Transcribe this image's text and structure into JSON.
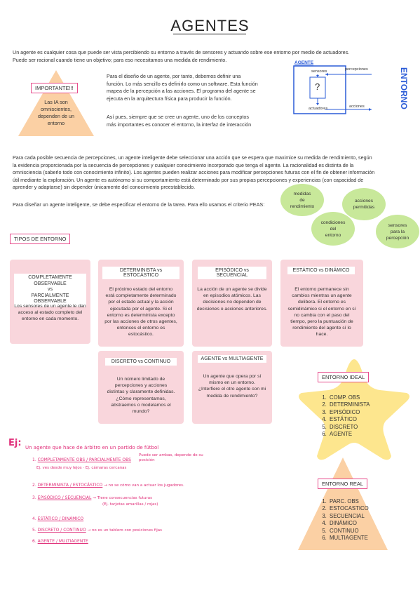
{
  "title": "AGENTES",
  "intro": [
    "Un agente es cualquier cosa que puede ser vista percibiendo su entorno a través de sensores y actuando sobre ese entorno por medio de actuadores.",
    "Puede ser racional cuando tiene un objetivo; para eso necesitamos una medida de rendimiento."
  ],
  "important": {
    "label": "IMPORTANTE!!!",
    "text": [
      "Las IA son",
      "omniscientes,",
      "dependen de un",
      "entorno"
    ]
  },
  "design_text": [
    "Para el diseño de un agente, por tanto, debemos definir una",
    "función. Lo más sencillo es definirlo como un software. Esta función",
    "mapea de la percepción a las acciones. El programa del agente se",
    "ejecuta en la arquitectura física para producir la función."
  ],
  "design_text2": [
    "Así pues, siempre que se cree un agente, uno de los conceptos",
    "más importantes es conocer el entorno, la interfaz de interacción"
  ],
  "diagram": {
    "agent_label": "AGENTE",
    "sensores": "sensores",
    "actuadores": "actuadores",
    "percepciones": "percepciones",
    "acciones": "acciones",
    "unknown": "?",
    "entorno": "ENTORNO"
  },
  "para2": [
    "Para cada posible secuencia de percepciones, un agente inteligente debe seleccionar una acción que se espera que maximice su medida de rendimiento, según",
    "la evidencia proporcionada por la secuencia de percepciones y cualquier conocimiento incorporado que tenga el agente. La racionalidad es distinta de la",
    "omnisciencia (saberlo todo con conocimiento infinito). Los agentes pueden realizar acciones para modificar percepciones futuras con el fin de obtener información",
    "útil mediante la exploración. Un agente es autónomo si su comportamiento está determinado por sus propias percepciones y experiencias (con capacidad de",
    "aprender y adaptarse) sin depender únicamente del conocimiento preestablecido."
  ],
  "peas_text": "Para diseñar un agente inteligente, se debe especificar el entorno de la tarea. Para ello usamos el criterio PEAS:",
  "peas": [
    {
      "lines": [
        "medidas",
        "de",
        "rendimiento"
      ]
    },
    {
      "lines": [
        "acciones",
        "permitidas"
      ]
    },
    {
      "lines": [
        "condiciones",
        "del",
        "entorno"
      ]
    },
    {
      "lines": [
        "sensores",
        "para la",
        "percepción"
      ]
    }
  ],
  "tipos_label": "TIPOS DE ENTORNO",
  "cards": [
    {
      "title": [
        "COMPLETAMENTE OBSERVABLE",
        "vs",
        "PARCIALMENTE OBSERVABLE"
      ],
      "text": [
        "Los sensores de un agente le dan",
        "acceso al estado completo del",
        "entorno en cada momento."
      ]
    },
    {
      "title": [
        "DETERMINISTA vs ESTOCÁSTICO"
      ],
      "text": [
        "El próximo estado del entorno",
        "está completamente determinado",
        "por el estado actual y la acción",
        "ejecutada por el agente. Si el",
        "entorno es determinista excepto",
        "por las acciones de otros agentes,",
        "entonces el entorno es",
        "estocástico."
      ]
    },
    {
      "title": [
        "EPISÓDICO vs SECUENCIAL"
      ],
      "text": [
        "La acción de un agente se divide",
        "en episodios atómicos. Las",
        "decisiones no dependen de",
        "decisiones o acciones anteriores."
      ]
    },
    {
      "title": [
        "ESTÁTICO vs DINÁMICO"
      ],
      "text": [
        "El entorno permanece sin",
        "cambios mientras un agente",
        "delibera. El entorno es",
        "semidinámico si el entorno en sí",
        "no cambia con el paso del",
        "tiempo, pero la puntuación de",
        "rendimiento del agente sí lo",
        "hace."
      ]
    },
    {
      "title": [
        "DISCRETO vs CONTINUO"
      ],
      "text": [
        "Un número limitado de",
        "percepciones y acciones",
        "distintas y claramente definidas.",
        "¿Cómo representamos,",
        "abstraemos o modelamos el",
        "mundo?"
      ]
    },
    {
      "title": [
        "AGENTE vs MULTIAGENTE"
      ],
      "text": [
        "Un agente que opera por sí",
        "mismo en un entorno.",
        "¿Interfiere el otro agente con mi",
        "medida de rendimiento?"
      ]
    }
  ],
  "ideal": {
    "label": "ENTORNO IDEAL",
    "items": [
      "COMP. OBS",
      "DETERMINISTA",
      "EPISÓDICO",
      "ESTÁTICO",
      "DISCRETO",
      "AGENTE"
    ]
  },
  "real": {
    "label": "ENTORNO REAL",
    "items": [
      "PARC. OBS",
      "ESTOCASTICO",
      "SECUENCIAL",
      "DINÁMICO",
      "CONTINUO",
      "MULTIAGENTE"
    ]
  },
  "example": {
    "prefix": "Ej:",
    "title": "Un agente que hace de árbitro en un partido de fútbol",
    "rows": [
      {
        "n": "1.",
        "t": "COMPLETAMENTE OBS / PARCIALMENTE OBS",
        "note": "Puede ser ambas, depende de su posición"
      },
      {
        "n": "",
        "t": "",
        "note": "Ej. ves desde muy lejos · Ej. cámaras cercanas"
      },
      {
        "n": "2.",
        "t": "DETERMINISTA / ESTOCÁSTICO",
        "note": "→ no se cómo van a actuar los jugadores."
      },
      {
        "n": "3.",
        "t": "EPISÓDICO / SECUENCIAL",
        "note": "→ Tiene consecuencias futuras"
      },
      {
        "n": "",
        "t": "",
        "note": "(Ej. tarjetas amarillas / rojas)"
      },
      {
        "n": "4.",
        "t": "ESTÁTICO / DINÁMICO",
        "note": ""
      },
      {
        "n": "5.",
        "t": "DISCRETO / CONTINUO",
        "note": "→ no es un tablero con posiciones fijas"
      },
      {
        "n": "6.",
        "t": "AGENTE / MULTIAGENTE",
        "note": ""
      }
    ]
  }
}
